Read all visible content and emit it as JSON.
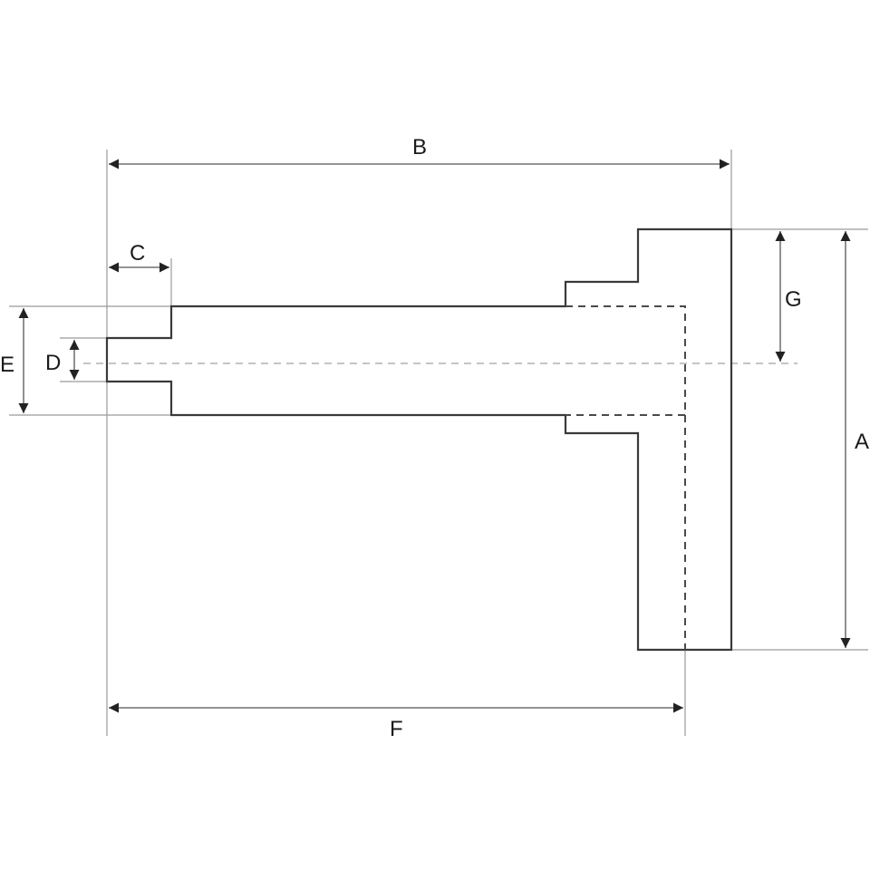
{
  "diagram": {
    "labels": {
      "A": "A",
      "B": "B",
      "C": "C",
      "D": "D",
      "E": "E",
      "F": "F",
      "G": "G"
    },
    "colors": {
      "outline": "#3a3a3a",
      "extension": "#9a9a9a",
      "centerline": "#b0b0b0",
      "text": "#1a1a1a"
    }
  }
}
